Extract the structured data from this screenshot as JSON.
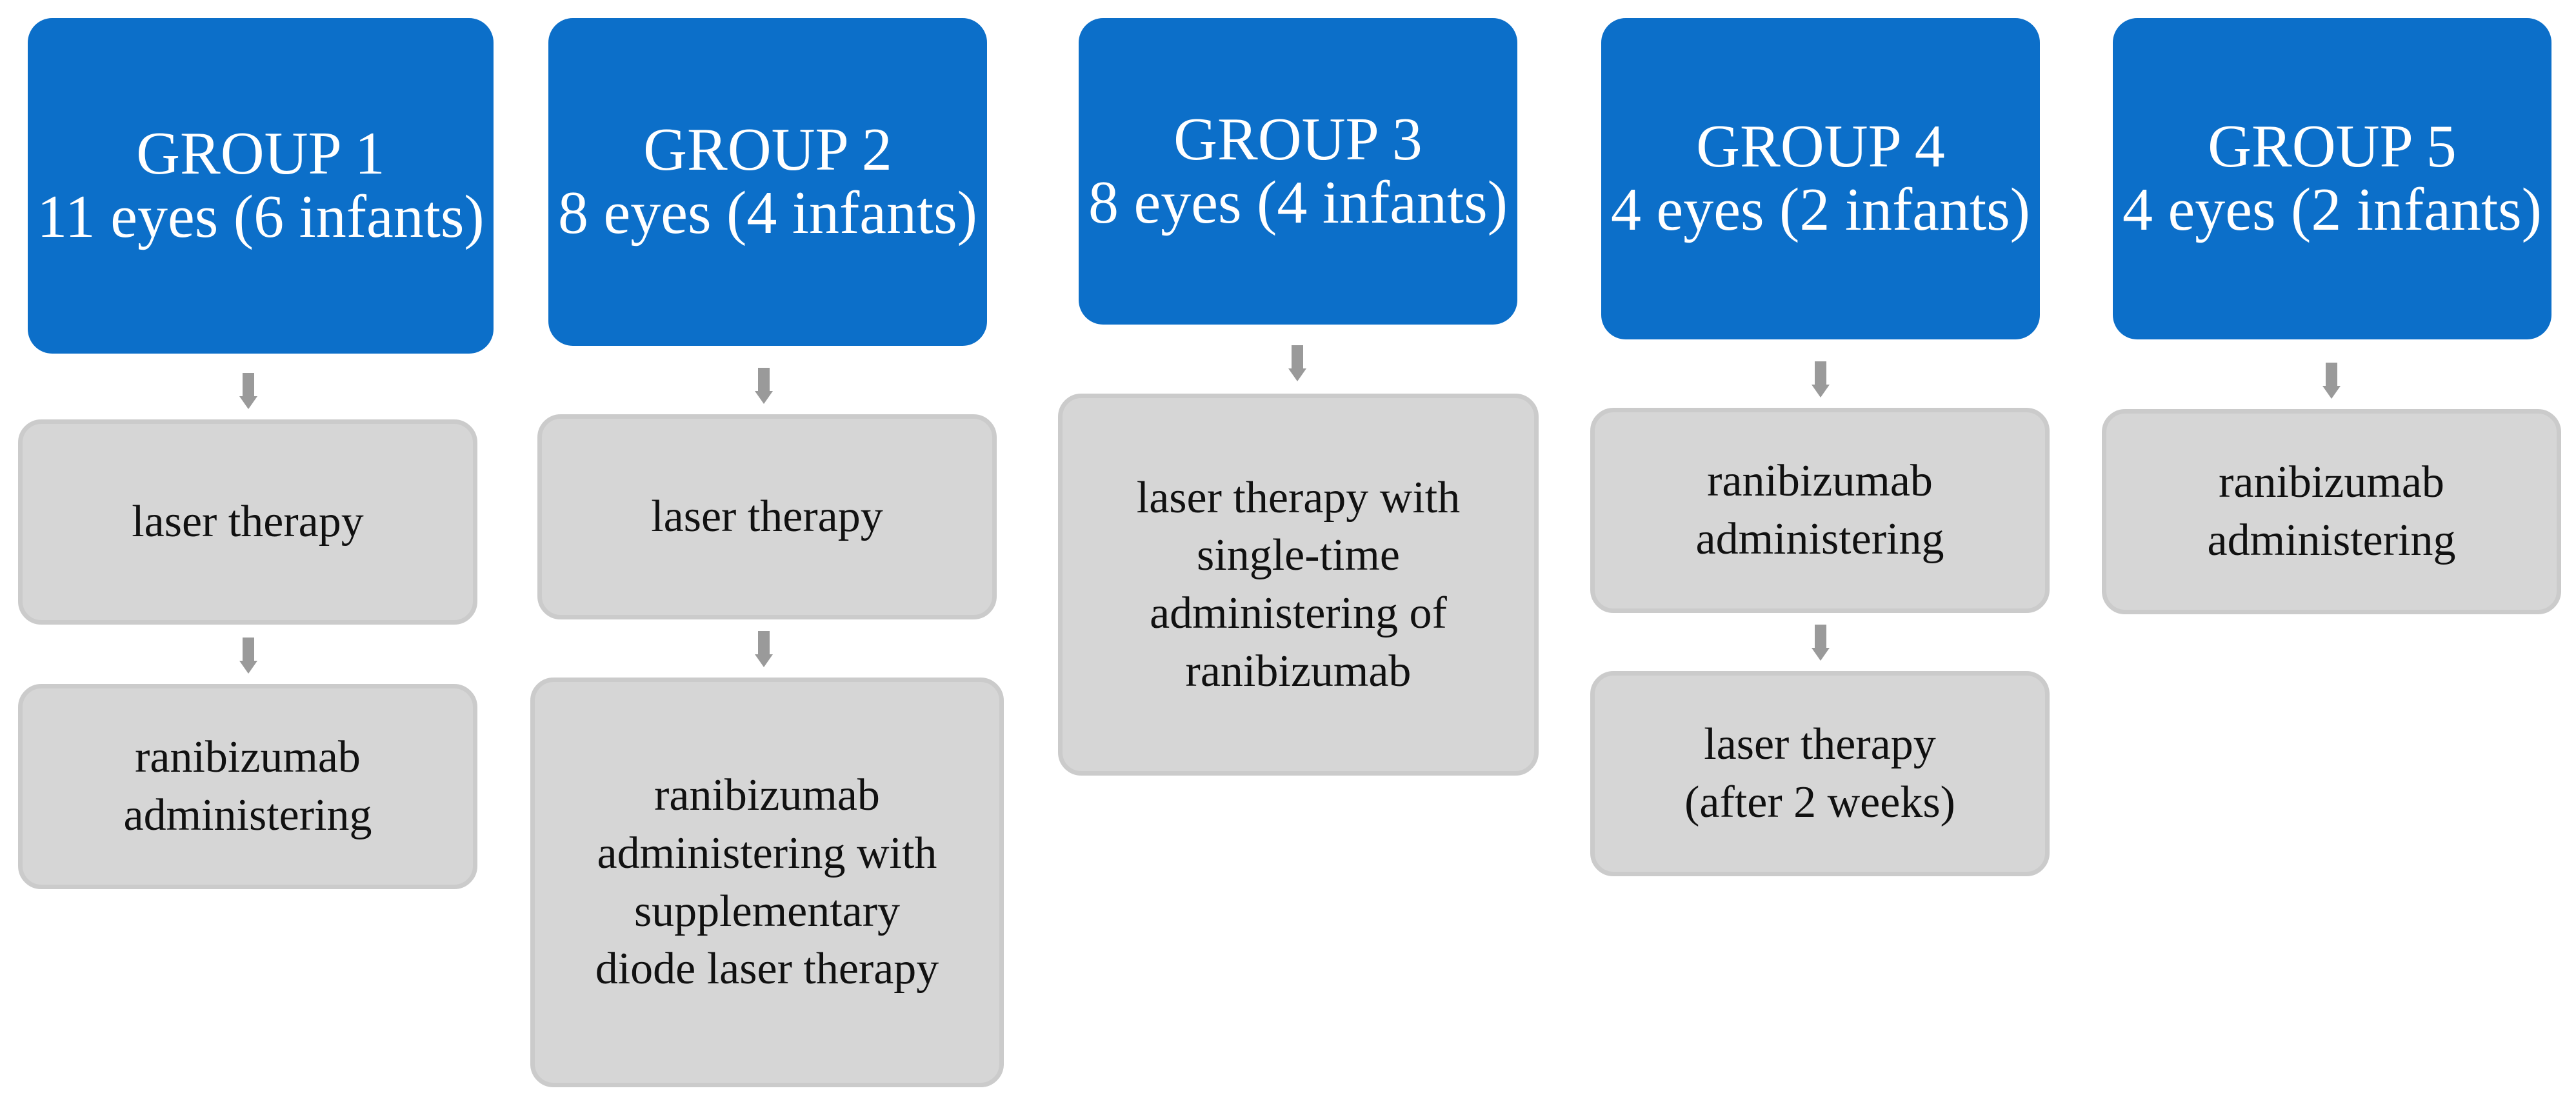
{
  "groups": [
    {
      "title": "GROUP 1",
      "subtitle": "11 eyes (6 infants)",
      "steps": [
        [
          "laser therapy"
        ],
        [
          "ranibizumab",
          "administering"
        ]
      ]
    },
    {
      "title": "GROUP 2",
      "subtitle": "8 eyes (4 infants)",
      "steps": [
        [
          "laser therapy"
        ],
        [
          "ranibizumab",
          "administering with",
          "supplementary",
          "diode laser therapy"
        ]
      ]
    },
    {
      "title": "GROUP 3",
      "subtitle": "8 eyes (4 infants)",
      "steps": [
        [
          "laser therapy with",
          "single-time",
          "administering of",
          "ranibizumab"
        ]
      ]
    },
    {
      "title": "GROUP 4",
      "subtitle": "4 eyes (2 infants)",
      "steps": [
        [
          "ranibizumab",
          "administering"
        ],
        [
          "laser therapy",
          "(after 2 weeks)"
        ]
      ]
    },
    {
      "title": "GROUP 5",
      "subtitle": "4 eyes (2 infants)",
      "steps": [
        [
          "ranibizumab",
          "administering"
        ]
      ]
    }
  ],
  "colors": {
    "header_fill": "#0c6fc9",
    "box_fill": "#d6d6d6",
    "box_border": "#cbcbcb",
    "arrow": "#9a9a9a"
  }
}
